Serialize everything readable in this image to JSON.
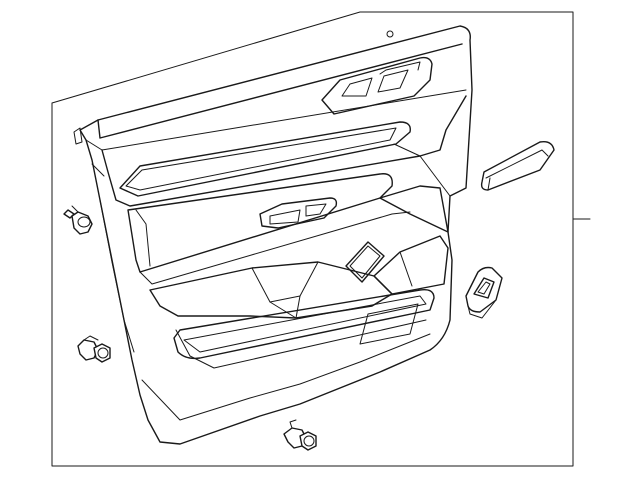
{
  "diagram": {
    "background": "#ffffff",
    "line_color": "#1a1a1a",
    "parts": [
      {
        "name": "door-trim-panel"
      },
      {
        "name": "armrest-switch-bezel"
      },
      {
        "name": "courtesy-lamp"
      },
      {
        "name": "push-pin-clip-upper"
      },
      {
        "name": "push-pin-clip-middle"
      },
      {
        "name": "push-pin-clip-lower"
      }
    ]
  }
}
